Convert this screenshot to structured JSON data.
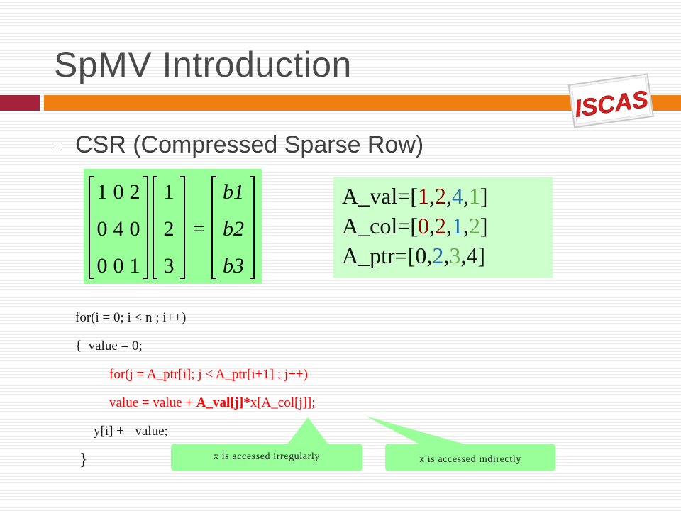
{
  "slide": {
    "title": "SpMV Introduction",
    "logo_text": "ISCAS",
    "bullet": "CSR (Compressed Sparse Row)"
  },
  "matrix": {
    "a": [
      [
        "1",
        "0",
        "2"
      ],
      [
        "0",
        "4",
        "0"
      ],
      [
        "0",
        "0",
        "1"
      ]
    ],
    "x": [
      "1",
      "2",
      "3"
    ],
    "equals": "=",
    "b": [
      "b1",
      "b2",
      "b3"
    ]
  },
  "arrays": [
    {
      "name": "A_val=[",
      "items": [
        "1",
        "2",
        "4",
        "1"
      ],
      "close": "]"
    },
    {
      "name": "A_col=[",
      "items": [
        "0",
        "2",
        "1",
        "2"
      ],
      "close": "]"
    },
    {
      "name": "A_ptr=[",
      "items": [
        "0",
        "2",
        "3",
        "4"
      ],
      "close": "]"
    }
  ],
  "code": {
    "line1": "for(i = 0; i < n ; i++)",
    "line2": "{  value = 0;",
    "line3": "for(j = A_ptr[i]; j < A_ptr[i+1] ; j++)",
    "line4_a": "value = value + ",
    "line4_b": "A_val[j]*",
    "line4_c": "x[A_col[j]];",
    "line5": "y[i] += value;",
    "line6": "}"
  },
  "callouts": {
    "irregular": "x is accessed irregularly",
    "indirect": "x is accessed indirectly"
  },
  "colors": {
    "accent_red": "#a5233a",
    "accent_orange": "#ef7f10",
    "matrix_bg": "#99ff99",
    "arrays_bg": "#ccffcc",
    "callout_bg": "#99ff99"
  }
}
